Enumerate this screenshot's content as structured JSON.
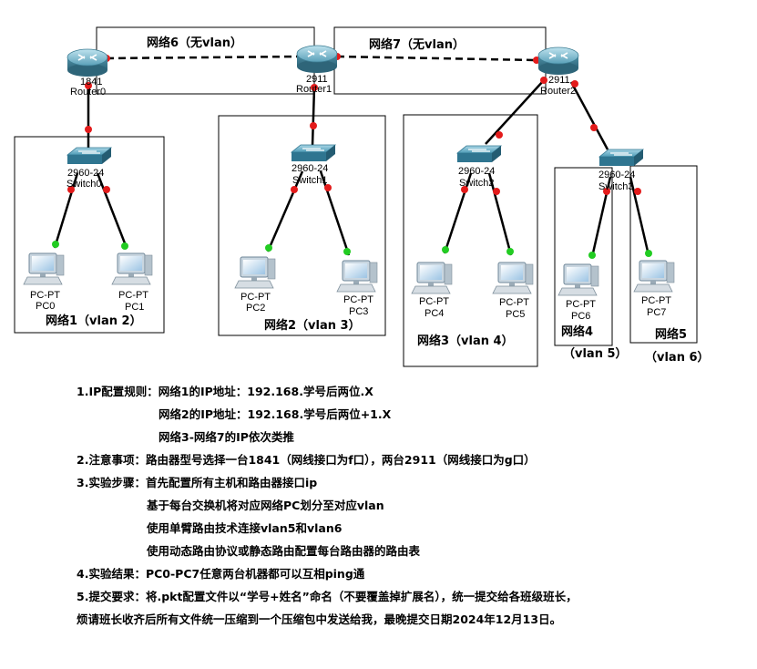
{
  "routers": [
    {
      "model": "1841",
      "name": "Router0"
    },
    {
      "model": "2911",
      "name": "Router1"
    },
    {
      "model": "2911",
      "name": "Router2"
    }
  ],
  "switches": [
    {
      "model": "2960-24",
      "name": "Switch0"
    },
    {
      "model": "2960-24",
      "name": "Switch1"
    },
    {
      "model": "2960-24",
      "name": "Switch2"
    },
    {
      "model": "2960-24",
      "name": "Switch3"
    }
  ],
  "pcs": [
    {
      "type": "PC-PT",
      "name": "PC0"
    },
    {
      "type": "PC-PT",
      "name": "PC1"
    },
    {
      "type": "PC-PT",
      "name": "PC2"
    },
    {
      "type": "PC-PT",
      "name": "PC3"
    },
    {
      "type": "PC-PT",
      "name": "PC4"
    },
    {
      "type": "PC-PT",
      "name": "PC5"
    },
    {
      "type": "PC-PT",
      "name": "PC6"
    },
    {
      "type": "PC-PT",
      "name": "PC7"
    }
  ],
  "networks": {
    "net1": "网络1（vlan 2）",
    "net2": "网络2（vlan 3）",
    "net3": "网络3（vlan 4）",
    "net4": "网络4",
    "net4_vlan": "（vlan 5）",
    "net5": "网络5",
    "net5_vlan": "（vlan 6）",
    "net6": "网络6（无vlan）",
    "net7": "网络7（无vlan）"
  },
  "notes": {
    "l1": "1.IP配置规则：网络1的IP地址：192.168.学号后两位.X",
    "l2": "网络2的IP地址：192.168.学号后两位+1.X",
    "l3": "网络3-网络7的IP依次类推",
    "l4": "2.注意事项：路由器型号选择一台1841（网线接口为f口），两台2911（网线接口为g口）",
    "l5": "3.实验步骤：首先配置所有主机和路由器接口ip",
    "l6": "基于每台交换机将对应网络PC划分至对应vlan",
    "l7": "使用单臂路由技术连接vlan5和vlan6",
    "l8": "使用动态路由协议或静态路由配置每台路由器的路由表",
    "l9": "4.实验结果：PC0-PC7任意两台机器都可以互相ping通",
    "l10": "5.提交要求：将.pkt配置文件以“学号+姓名”命名（不要覆盖掉扩展名），统一提交给各班级班长，烦请班长收齐后所有文件统一压缩到一个压缩包中发送给我，最晚提交日期2024年12月13日。"
  },
  "colors": {
    "link": "#000000",
    "port": "#e31b1b",
    "port_up": "#22cc22",
    "router": "#5aa0b8",
    "switch": "#3c8ca6",
    "pc": "#8aa8c0"
  }
}
